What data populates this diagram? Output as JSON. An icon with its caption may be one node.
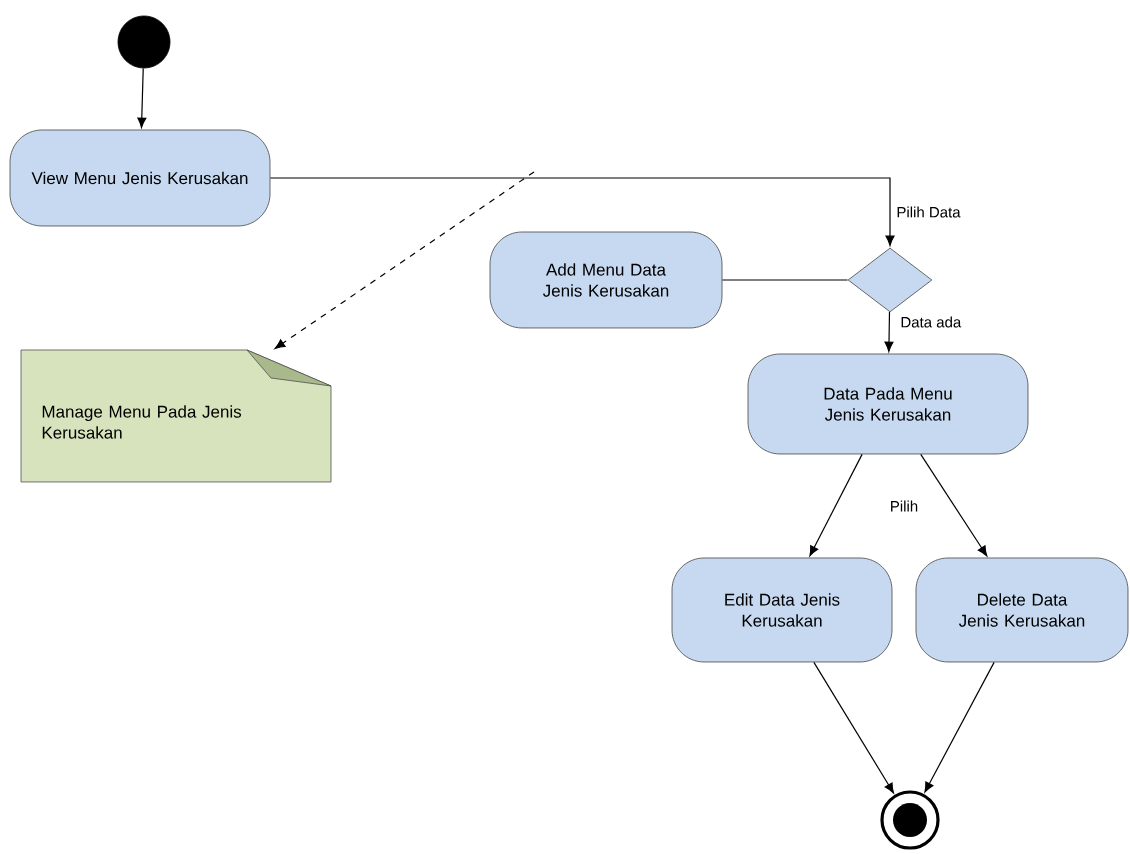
{
  "diagram": {
    "nodes": [
      {
        "text": [],
        "shape": "circle"
      },
      {
        "text": [
          "View Menu Jenis Kerusakan"
        ]
      },
      {
        "text": [
          "Add Menu Data Jenis Kerusakan"
        ]
      },
      {
        "text": [],
        "shape": "diamond"
      },
      {
        "text": [
          "Data Pada Menu Jenis Kerusakan"
        ]
      },
      {
        "text": [
          "Edit Data Jenis Kerusakan"
        ]
      },
      {
        "text": [
          "Delete Data Jenis Kerusakan"
        ]
      },
      {
        "text": [],
        "shape": "target"
      },
      {
        "text": [
          "Manage Menu Pada Jenis Kerusakan"
        ]
      }
    ],
    "edges": [
      {
        "from": 0,
        "to": 1,
        "arrow": "to"
      },
      {
        "from": 1,
        "to": 3,
        "arrow": "to",
        "label": "Pilih  Data"
      },
      {
        "from": 2,
        "to": 3,
        "arrow": "none"
      },
      {
        "from": 3,
        "to": 4,
        "arrow": "to",
        "label": "Data ada"
      },
      {
        "from": 4,
        "to": 5,
        "arrow": "to"
      },
      {
        "from": 4,
        "to": 6,
        "arrow": "to"
      },
      {
        "from": 5,
        "to": 7,
        "arrow": "to"
      },
      {
        "from": 6,
        "to": 7,
        "arrow": "to"
      },
      {
        "from": null,
        "to": 8,
        "arrow": "to",
        "style": "dashed"
      }
    ],
    "labels": [
      "Pilih"
    ]
  }
}
